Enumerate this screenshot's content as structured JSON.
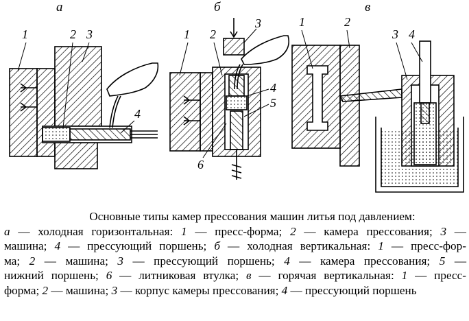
{
  "panels": [
    {
      "letter": "а",
      "parts": [
        "1",
        "2",
        "3",
        "4"
      ]
    },
    {
      "letter": "б",
      "parts": [
        "1",
        "2",
        "3",
        "4",
        "5",
        "6"
      ]
    },
    {
      "letter": "в",
      "parts": [
        "1",
        "2",
        "3",
        "4"
      ]
    }
  ],
  "caption": {
    "title": "Основные типы камер прессования машин литья под давлением:",
    "lines": [
      [
        "а",
        " — холодная горизонтальная: ",
        "1",
        " — пресс-форма; ",
        "2",
        " — камера прессования; ",
        "3",
        " —"
      ],
      [
        "машина; ",
        "4",
        " — прессующий поршень; ",
        "б",
        " — холодная вертикальная: ",
        "1",
        " — пресс-фор-"
      ],
      [
        "ма; ",
        "2",
        " — машина; ",
        "3",
        " — прессующий поршень; ",
        "4",
        " — камера прессования; ",
        "5",
        " —"
      ],
      [
        "нижний поршень; ",
        "6",
        " — литниковая втулка; ",
        "в",
        " — горячая вертикальная: ",
        "1",
        " — пресс-"
      ],
      [
        "форма; ",
        "2",
        " — машина; ",
        "3",
        " — корпус камеры прессования; ",
        "4",
        " — прессующий поршень"
      ]
    ]
  }
}
